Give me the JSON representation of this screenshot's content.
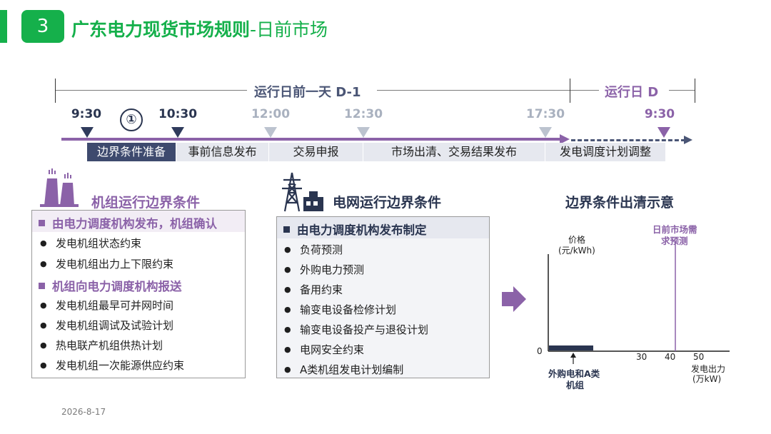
{
  "header": {
    "number": "3",
    "title_bold": "广东电力现货市场规则",
    "title_sub": "-日前市场"
  },
  "timeline": {
    "period_d1": "运行日前一天 D-1",
    "period_d": "运行日 D",
    "circle_marker": "①",
    "times": [
      "9:30",
      "10:30",
      "12:00",
      "12:30",
      "17:30",
      "9:30"
    ],
    "phases": [
      "边界条件准备",
      "事前信息发布",
      "交易申报",
      "市场出清、交易结果发布",
      "发电调度计划调整"
    ]
  },
  "section1": {
    "title": "机组运行边界条件",
    "head1": "由电力调度机构发布，机组确认",
    "items1": [
      "发电机组状态约束",
      "发电机组出力上下限约束"
    ],
    "head2": "机组向电力调度机构报送",
    "items2": [
      "发电机组最早可并网时间",
      "发电机组调试及试验计划",
      "热电联产机组供热计划",
      "发电机组一次能源供应约束"
    ]
  },
  "section2": {
    "title": "电网运行边界条件",
    "head": "由电力调度机构发布制定",
    "items": [
      "负荷预测",
      "外购电力预测",
      "备用约束",
      "输变电设备检修计划",
      "输变电设备投产与退役计划",
      "电网安全约束",
      "A类机组发电计划编制"
    ]
  },
  "section3": {
    "title": "边界条件出清示意",
    "y_label_1": "价格",
    "y_label_2": "(元/kWh)",
    "x_label_1": "发电出力",
    "x_label_2": "(万kW)",
    "zero": "0",
    "ticks": [
      "30",
      "40",
      "50"
    ],
    "demand_label_1": "日前市场需",
    "demand_label_2": "求预测",
    "bar_label_1": "外购电和A类",
    "bar_label_2": "机组"
  },
  "footer": {
    "date": "2026-8-17"
  },
  "colors": {
    "green": "#15b04b",
    "purple": "#8b62a8",
    "navy": "#2a3550",
    "gray": "#a9b1bf"
  },
  "icons": [
    "factory-icon",
    "power-tower-icon",
    "right-arrow-icon"
  ]
}
